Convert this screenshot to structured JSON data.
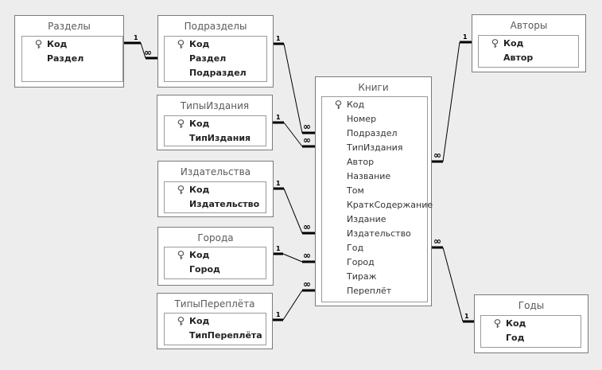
{
  "tables": [
    {
      "id": "razdely",
      "title": "Разделы",
      "fields": [
        {
          "name": "Код",
          "key": true
        },
        {
          "name": "Раздел"
        }
      ],
      "style": "bold"
    },
    {
      "id": "podrazdely",
      "title": "Подразделы",
      "fields": [
        {
          "name": "Код",
          "key": true
        },
        {
          "name": "Раздел"
        },
        {
          "name": "Подраздел"
        }
      ],
      "style": "bold"
    },
    {
      "id": "tipy_izdaniya",
      "title": "ТипыИздания",
      "fields": [
        {
          "name": "Код",
          "key": true
        },
        {
          "name": "ТипИздания"
        }
      ],
      "style": "bold"
    },
    {
      "id": "izdatelstva",
      "title": "Издательства",
      "fields": [
        {
          "name": "Код",
          "key": true
        },
        {
          "name": "Издательство"
        }
      ],
      "style": "bold"
    },
    {
      "id": "goroda",
      "title": "Города",
      "fields": [
        {
          "name": "Код",
          "key": true
        },
        {
          "name": "Город"
        }
      ],
      "style": "bold"
    },
    {
      "id": "tipy_pereplyota",
      "title": "ТипыПереплёта",
      "fields": [
        {
          "name": "Код",
          "key": true
        },
        {
          "name": "ТипПереплёта"
        }
      ],
      "style": "bold"
    },
    {
      "id": "knigi",
      "title": "Книги",
      "fields": [
        {
          "name": "Код",
          "key": true
        },
        {
          "name": "Номер"
        },
        {
          "name": "Подраздел"
        },
        {
          "name": "ТипИздания"
        },
        {
          "name": "Автор"
        },
        {
          "name": "Название"
        },
        {
          "name": "Том"
        },
        {
          "name": "КраткСодержание"
        },
        {
          "name": "Издание"
        },
        {
          "name": "Издательство"
        },
        {
          "name": "Год"
        },
        {
          "name": "Город"
        },
        {
          "name": "Тираж"
        },
        {
          "name": "Переплёт"
        }
      ],
      "style": "regular"
    },
    {
      "id": "avtory",
      "title": "Авторы",
      "fields": [
        {
          "name": "Код",
          "key": true
        },
        {
          "name": "Автор"
        }
      ],
      "style": "bold"
    },
    {
      "id": "gody",
      "title": "Годы",
      "fields": [
        {
          "name": "Код",
          "key": true
        },
        {
          "name": "Год"
        }
      ],
      "style": "bold"
    }
  ],
  "relationships": [
    {
      "from": "Разделы.Код",
      "to": "Подразделы.Раздел",
      "one": "1",
      "many": "∞"
    },
    {
      "from": "Подразделы.Код",
      "to": "Книги.Подраздел",
      "one": "1",
      "many": "∞"
    },
    {
      "from": "ТипыИздания.Код",
      "to": "Книги.ТипИздания",
      "one": "1",
      "many": "∞"
    },
    {
      "from": "Издательства.Код",
      "to": "Книги.Издательство",
      "one": "1",
      "many": "∞"
    },
    {
      "from": "Города.Код",
      "to": "Книги.Город",
      "one": "1",
      "many": "∞"
    },
    {
      "from": "ТипыПереплёта.Код",
      "to": "Книги.Переплёт",
      "one": "1",
      "many": "∞"
    },
    {
      "from": "Авторы.Код",
      "to": "Книги.Автор",
      "one": "1",
      "many": "∞"
    },
    {
      "from": "Годы.Код",
      "to": "Книги.Год",
      "one": "1",
      "many": "∞"
    }
  ],
  "icons": {
    "primary_key": "key-icon"
  }
}
